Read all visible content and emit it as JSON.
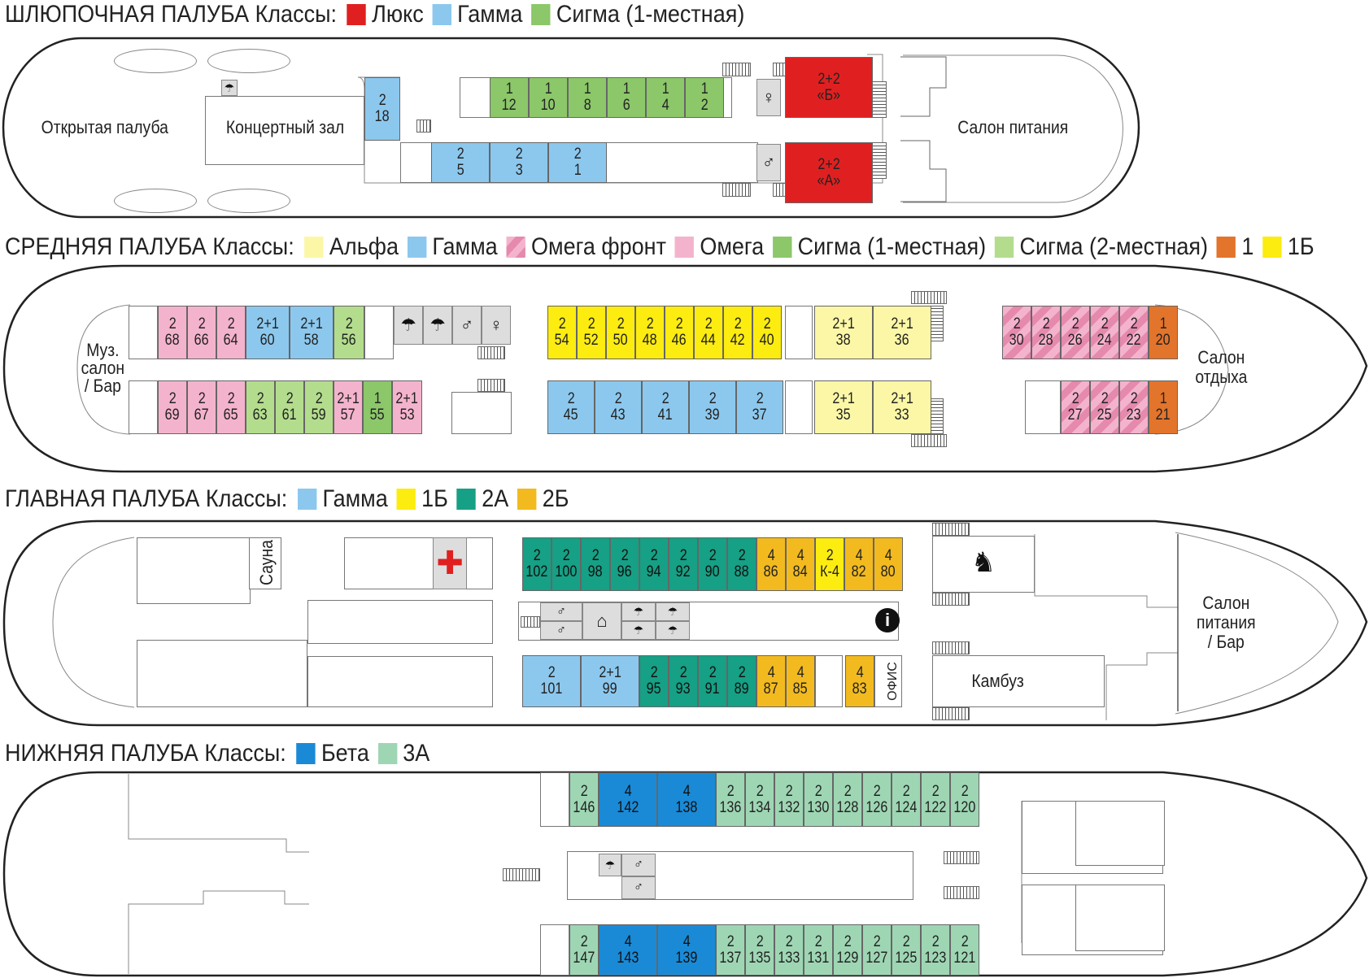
{
  "colors": {
    "luxe": "#e02020",
    "gamma": "#8cc8ee",
    "sigma1": "#8cc76a",
    "sigma2": "#b3dd8d",
    "alpha": "#fcf7a6",
    "omega": "#f4b3cc",
    "one": "#e3742b",
    "oneB": "#fcec10",
    "twoA": "#16a085",
    "twoB": "#f2ba1f",
    "beta": "#1a8ad6",
    "threeA": "#9ed6b4"
  },
  "decks": {
    "boat": {
      "title": "ШЛЮПОЧНАЯ ПАЛУБА Классы:",
      "legend": [
        {
          "label": "Люкс",
          "color": "luxe"
        },
        {
          "label": "Гамма",
          "color": "gamma"
        },
        {
          "label": "Сигма (1-местная)",
          "color": "sigma1"
        }
      ],
      "labels": {
        "open_deck": "Открытая палуба",
        "concert": "Концертный зал",
        "dining": "Салон питания"
      }
    },
    "middle": {
      "title": "СРЕДНЯЯ ПАЛУБА Классы:",
      "legend": [
        {
          "label": "Альфа",
          "color": "alpha"
        },
        {
          "label": "Гамма",
          "color": "gamma"
        },
        {
          "label": "Омега фронт",
          "color": "omega_front"
        },
        {
          "label": "Омега",
          "color": "omega"
        },
        {
          "label": "Сигма (1-местная)",
          "color": "sigma1"
        },
        {
          "label": "Сигма (2-местная)",
          "color": "sigma2"
        },
        {
          "label": "1",
          "color": "one"
        },
        {
          "label": "1Б",
          "color": "oneB"
        }
      ],
      "labels": {
        "music": "Муз.\nсалон\n/ Бар",
        "rest": "Салон\nотдыха"
      }
    },
    "main": {
      "title": "ГЛАВНАЯ ПАЛУБА Классы:",
      "legend": [
        {
          "label": "Гамма",
          "color": "gamma"
        },
        {
          "label": "1Б",
          "color": "oneB"
        },
        {
          "label": "2А",
          "color": "twoA"
        },
        {
          "label": "2Б",
          "color": "twoB"
        }
      ],
      "labels": {
        "sauna": "Сауна",
        "galley": "Камбуз",
        "dining_bar": "Салон\nпитания\n/ Бар",
        "office": "ОФИС"
      }
    },
    "lower": {
      "title": "НИЖНЯЯ ПАЛУБА Классы:",
      "legend": [
        {
          "label": "Бета",
          "color": "beta"
        },
        {
          "label": "3А",
          "color": "threeA"
        }
      ]
    }
  },
  "cabins": [
    {
      "deck": "boat",
      "cap": "2",
      "num": "18",
      "cls": "gamma"
    },
    {
      "deck": "boat",
      "cap": "1",
      "num": "12",
      "cls": "sigma1"
    },
    {
      "deck": "boat",
      "cap": "1",
      "num": "10",
      "cls": "sigma1"
    },
    {
      "deck": "boat",
      "cap": "1",
      "num": "8",
      "cls": "sigma1"
    },
    {
      "deck": "boat",
      "cap": "1",
      "num": "6",
      "cls": "sigma1"
    },
    {
      "deck": "boat",
      "cap": "1",
      "num": "4",
      "cls": "sigma1"
    },
    {
      "deck": "boat",
      "cap": "1",
      "num": "2",
      "cls": "sigma1"
    },
    {
      "deck": "boat",
      "cap": "2+2",
      "num": "«Б»",
      "cls": "luxe"
    },
    {
      "deck": "boat",
      "cap": "2",
      "num": "5",
      "cls": "gamma"
    },
    {
      "deck": "boat",
      "cap": "2",
      "num": "3",
      "cls": "gamma"
    },
    {
      "deck": "boat",
      "cap": "2",
      "num": "1",
      "cls": "gamma"
    },
    {
      "deck": "boat",
      "cap": "2+2",
      "num": "«А»",
      "cls": "luxe"
    },
    {
      "deck": "middle",
      "cap": "2",
      "num": "68",
      "cls": "omega"
    },
    {
      "deck": "middle",
      "cap": "2",
      "num": "66",
      "cls": "omega"
    },
    {
      "deck": "middle",
      "cap": "2",
      "num": "64",
      "cls": "omega"
    },
    {
      "deck": "middle",
      "cap": "2+1",
      "num": "60",
      "cls": "gamma"
    },
    {
      "deck": "middle",
      "cap": "2+1",
      "num": "58",
      "cls": "gamma"
    },
    {
      "deck": "middle",
      "cap": "2",
      "num": "56",
      "cls": "sigma2"
    },
    {
      "deck": "middle",
      "cap": "2",
      "num": "54",
      "cls": "oneB"
    },
    {
      "deck": "middle",
      "cap": "2",
      "num": "52",
      "cls": "oneB"
    },
    {
      "deck": "middle",
      "cap": "2",
      "num": "50",
      "cls": "oneB"
    },
    {
      "deck": "middle",
      "cap": "2",
      "num": "48",
      "cls": "oneB"
    },
    {
      "deck": "middle",
      "cap": "2",
      "num": "46",
      "cls": "oneB"
    },
    {
      "deck": "middle",
      "cap": "2",
      "num": "44",
      "cls": "oneB"
    },
    {
      "deck": "middle",
      "cap": "2",
      "num": "42",
      "cls": "oneB"
    },
    {
      "deck": "middle",
      "cap": "2",
      "num": "40",
      "cls": "oneB"
    },
    {
      "deck": "middle",
      "cap": "2+1",
      "num": "38",
      "cls": "alpha"
    },
    {
      "deck": "middle",
      "cap": "2+1",
      "num": "36",
      "cls": "alpha"
    },
    {
      "deck": "middle",
      "cap": "2",
      "num": "30",
      "cls": "omega_front"
    },
    {
      "deck": "middle",
      "cap": "2",
      "num": "28",
      "cls": "omega_front"
    },
    {
      "deck": "middle",
      "cap": "2",
      "num": "26",
      "cls": "omega_front"
    },
    {
      "deck": "middle",
      "cap": "2",
      "num": "24",
      "cls": "omega_front"
    },
    {
      "deck": "middle",
      "cap": "2",
      "num": "22",
      "cls": "omega_front"
    },
    {
      "deck": "middle",
      "cap": "1",
      "num": "20",
      "cls": "one"
    },
    {
      "deck": "middle",
      "cap": "2",
      "num": "69",
      "cls": "omega"
    },
    {
      "deck": "middle",
      "cap": "2",
      "num": "67",
      "cls": "omega"
    },
    {
      "deck": "middle",
      "cap": "2",
      "num": "65",
      "cls": "omega"
    },
    {
      "deck": "middle",
      "cap": "2",
      "num": "63",
      "cls": "sigma2"
    },
    {
      "deck": "middle",
      "cap": "2",
      "num": "61",
      "cls": "sigma2"
    },
    {
      "deck": "middle",
      "cap": "2",
      "num": "59",
      "cls": "sigma2"
    },
    {
      "deck": "middle",
      "cap": "2+1",
      "num": "57",
      "cls": "omega"
    },
    {
      "deck": "middle",
      "cap": "1",
      "num": "55",
      "cls": "sigma1"
    },
    {
      "deck": "middle",
      "cap": "2+1",
      "num": "53",
      "cls": "omega"
    },
    {
      "deck": "middle",
      "cap": "2",
      "num": "45",
      "cls": "gamma"
    },
    {
      "deck": "middle",
      "cap": "2",
      "num": "43",
      "cls": "gamma"
    },
    {
      "deck": "middle",
      "cap": "2",
      "num": "41",
      "cls": "gamma"
    },
    {
      "deck": "middle",
      "cap": "2",
      "num": "39",
      "cls": "gamma"
    },
    {
      "deck": "middle",
      "cap": "2",
      "num": "37",
      "cls": "gamma"
    },
    {
      "deck": "middle",
      "cap": "2+1",
      "num": "35",
      "cls": "alpha"
    },
    {
      "deck": "middle",
      "cap": "2+1",
      "num": "33",
      "cls": "alpha"
    },
    {
      "deck": "middle",
      "cap": "2",
      "num": "27",
      "cls": "omega_front"
    },
    {
      "deck": "middle",
      "cap": "2",
      "num": "25",
      "cls": "omega_front"
    },
    {
      "deck": "middle",
      "cap": "2",
      "num": "23",
      "cls": "omega_front"
    },
    {
      "deck": "middle",
      "cap": "1",
      "num": "21",
      "cls": "one"
    },
    {
      "deck": "main",
      "cap": "2",
      "num": "102",
      "cls": "twoA"
    },
    {
      "deck": "main",
      "cap": "2",
      "num": "100",
      "cls": "twoA"
    },
    {
      "deck": "main",
      "cap": "2",
      "num": "98",
      "cls": "twoA"
    },
    {
      "deck": "main",
      "cap": "2",
      "num": "96",
      "cls": "twoA"
    },
    {
      "deck": "main",
      "cap": "2",
      "num": "94",
      "cls": "twoA"
    },
    {
      "deck": "main",
      "cap": "2",
      "num": "92",
      "cls": "twoA"
    },
    {
      "deck": "main",
      "cap": "2",
      "num": "90",
      "cls": "twoA"
    },
    {
      "deck": "main",
      "cap": "2",
      "num": "88",
      "cls": "twoA"
    },
    {
      "deck": "main",
      "cap": "4",
      "num": "86",
      "cls": "twoB"
    },
    {
      "deck": "main",
      "cap": "4",
      "num": "84",
      "cls": "twoB"
    },
    {
      "deck": "main",
      "cap": "2",
      "num": "К-4",
      "cls": "oneB"
    },
    {
      "deck": "main",
      "cap": "4",
      "num": "82",
      "cls": "twoB"
    },
    {
      "deck": "main",
      "cap": "4",
      "num": "80",
      "cls": "twoB"
    },
    {
      "deck": "main",
      "cap": "2",
      "num": "101",
      "cls": "gamma"
    },
    {
      "deck": "main",
      "cap": "2+1",
      "num": "99",
      "cls": "gamma"
    },
    {
      "deck": "main",
      "cap": "2",
      "num": "95",
      "cls": "twoA"
    },
    {
      "deck": "main",
      "cap": "2",
      "num": "93",
      "cls": "twoA"
    },
    {
      "deck": "main",
      "cap": "2",
      "num": "91",
      "cls": "twoA"
    },
    {
      "deck": "main",
      "cap": "2",
      "num": "89",
      "cls": "twoA"
    },
    {
      "deck": "main",
      "cap": "4",
      "num": "87",
      "cls": "twoB"
    },
    {
      "deck": "main",
      "cap": "4",
      "num": "85",
      "cls": "twoB"
    },
    {
      "deck": "main",
      "cap": "4",
      "num": "83",
      "cls": "twoB"
    },
    {
      "deck": "lower",
      "cap": "2",
      "num": "146",
      "cls": "threeA"
    },
    {
      "deck": "lower",
      "cap": "4",
      "num": "142",
      "cls": "beta"
    },
    {
      "deck": "lower",
      "cap": "4",
      "num": "138",
      "cls": "beta"
    },
    {
      "deck": "lower",
      "cap": "2",
      "num": "136",
      "cls": "threeA"
    },
    {
      "deck": "lower",
      "cap": "2",
      "num": "134",
      "cls": "threeA"
    },
    {
      "deck": "lower",
      "cap": "2",
      "num": "132",
      "cls": "threeA"
    },
    {
      "deck": "lower",
      "cap": "2",
      "num": "130",
      "cls": "threeA"
    },
    {
      "deck": "lower",
      "cap": "2",
      "num": "128",
      "cls": "threeA"
    },
    {
      "deck": "lower",
      "cap": "2",
      "num": "126",
      "cls": "threeA"
    },
    {
      "deck": "lower",
      "cap": "2",
      "num": "124",
      "cls": "threeA"
    },
    {
      "deck": "lower",
      "cap": "2",
      "num": "122",
      "cls": "threeA"
    },
    {
      "deck": "lower",
      "cap": "2",
      "num": "120",
      "cls": "threeA"
    },
    {
      "deck": "lower",
      "cap": "2",
      "num": "147",
      "cls": "threeA"
    },
    {
      "deck": "lower",
      "cap": "4",
      "num": "143",
      "cls": "beta"
    },
    {
      "deck": "lower",
      "cap": "4",
      "num": "139",
      "cls": "beta"
    },
    {
      "deck": "lower",
      "cap": "2",
      "num": "137",
      "cls": "threeA"
    },
    {
      "deck": "lower",
      "cap": "2",
      "num": "135",
      "cls": "threeA"
    },
    {
      "deck": "lower",
      "cap": "2",
      "num": "133",
      "cls": "threeA"
    },
    {
      "deck": "lower",
      "cap": "2",
      "num": "131",
      "cls": "threeA"
    },
    {
      "deck": "lower",
      "cap": "2",
      "num": "129",
      "cls": "threeA"
    },
    {
      "deck": "lower",
      "cap": "2",
      "num": "127",
      "cls": "threeA"
    },
    {
      "deck": "lower",
      "cap": "2",
      "num": "125",
      "cls": "threeA"
    },
    {
      "deck": "lower",
      "cap": "2",
      "num": "123",
      "cls": "threeA"
    },
    {
      "deck": "lower",
      "cap": "2",
      "num": "121",
      "cls": "threeA"
    }
  ],
  "icons": {
    "shower": "shower-icon",
    "man": "man-wc-icon",
    "woman": "woman-wc-icon",
    "first_aid": "first-aid-cross-icon",
    "iron": "iron-icon",
    "info": "info-icon",
    "rocking_horse": "rocking-horse-icon"
  }
}
